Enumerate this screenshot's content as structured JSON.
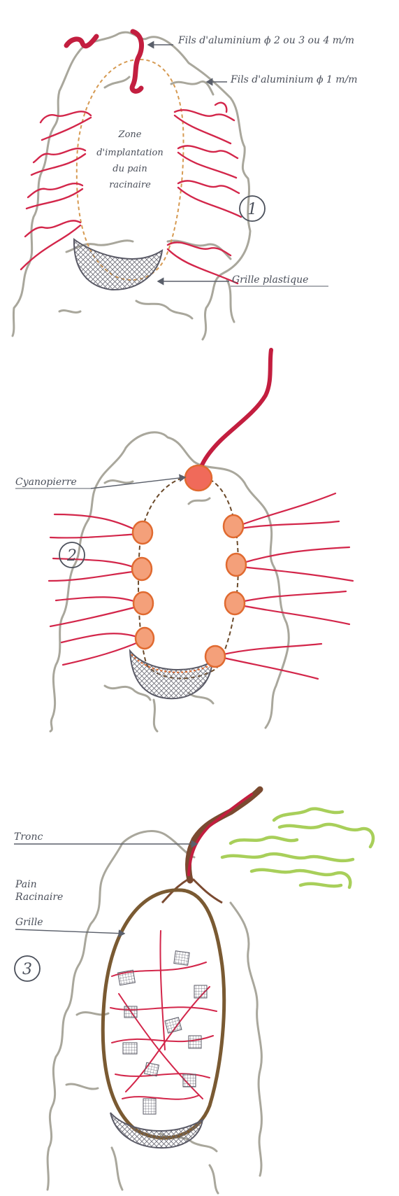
{
  "colors": {
    "rock": "#a9a79c",
    "wire": "#d3264a",
    "thick_wire": "#c31e3f",
    "zone_dash": "#d69a52",
    "dash_dark": "#6b4a2a",
    "putty_fill": "#f4a07a",
    "putty_edge": "#e06a30",
    "mesh": "#6a6a74",
    "trunk": "#7a4a30",
    "root_ball": "#7a5a32",
    "foliage": "#a8cf5a",
    "ink": "#4a4f5a",
    "arrow": "#5a5f6a"
  },
  "panel1": {
    "number": "1",
    "label_thick_wire": "Fils d'aluminium ϕ 2 ou 3 ou 4 m/m",
    "label_thin_wire": "Fils d'aluminium ϕ 1 m/m",
    "zone_line1": "Zone",
    "zone_line2": "d'implantation",
    "zone_line3": "du pain",
    "zone_line4": "racinaire",
    "label_grille": "Grille plastique"
  },
  "panel2": {
    "number": "2",
    "label_putty": "Cyanopierre"
  },
  "panel3": {
    "number": "3",
    "label_trunk": "Tronc",
    "label_rootball_line1": "Pain",
    "label_rootball_line2": "Racinaire",
    "label_grille": "Grille"
  }
}
